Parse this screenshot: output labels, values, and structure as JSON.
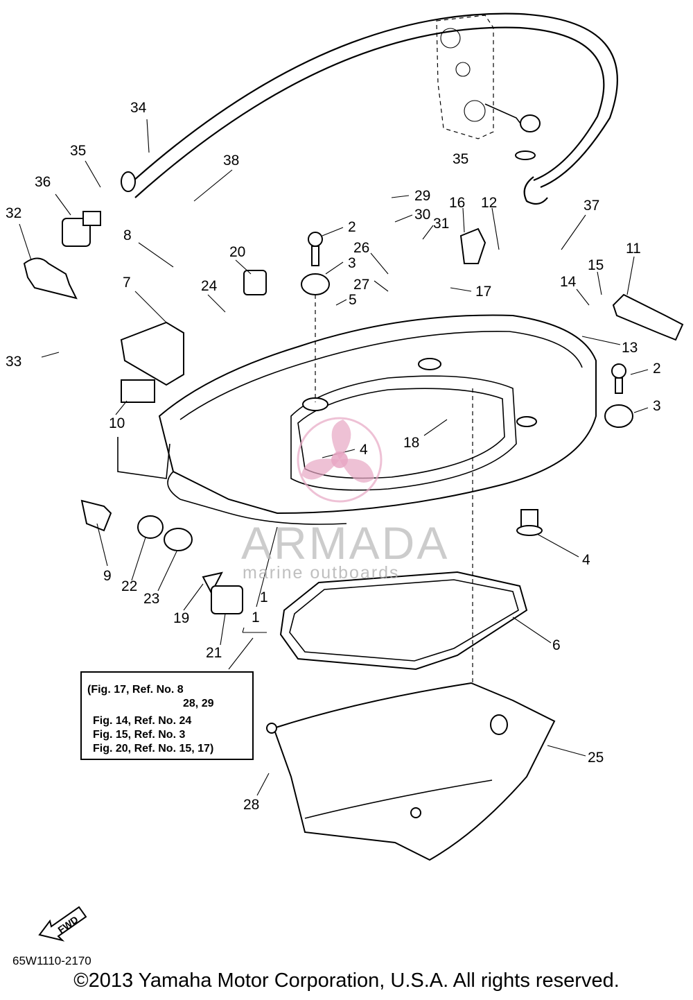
{
  "part_labels": {
    "p1a": "1",
    "p1b": "1",
    "p2a": "2",
    "p2b": "2",
    "p3a": "3",
    "p3b": "3",
    "p4a": "4",
    "p4b": "4",
    "p5": "5",
    "p6": "6",
    "p7": "7",
    "p8": "8",
    "p9": "9",
    "p10": "10",
    "p11": "11",
    "p12": "12",
    "p13": "13",
    "p14": "14",
    "p15": "15",
    "p16": "16",
    "p17": "17",
    "p18": "18",
    "p19": "19",
    "p20": "20",
    "p21": "21",
    "p22": "22",
    "p23": "23",
    "p24": "24",
    "p25": "25",
    "p26": "26",
    "p27": "27",
    "p28": "28",
    "p29": "29",
    "p30": "30",
    "p31": "31",
    "p32": "32",
    "p33": "33",
    "p34": "34",
    "p35a": "35",
    "p35b": "35",
    "p36": "36",
    "p37": "37",
    "p38": "38"
  },
  "reference_box": {
    "line1": "(Fig. 17, Ref. No. 8",
    "line2": "28, 29",
    "line3": "Fig. 14, Ref. No. 24",
    "line4": "Fig. 15, Ref. No. 3",
    "line5": "Fig. 20, Ref. No. 15, 17)"
  },
  "fwd_label": "FWD",
  "diagram_code": "65W1110-2170",
  "copyright": "©2013 Yamaha Motor Corporation, U.S.A. All rights reserved.",
  "watermark": {
    "name": "ARMADA",
    "tagline": "marine outboards",
    "color": "#e7a6c3"
  }
}
